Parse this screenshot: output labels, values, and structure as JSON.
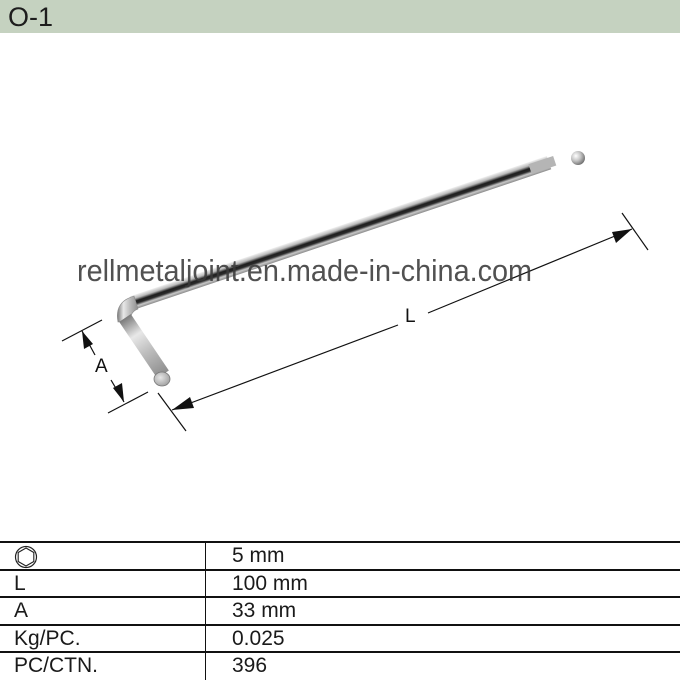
{
  "header": {
    "title": "O-1",
    "background_color": "#c5d2c0"
  },
  "drawing": {
    "subject": "ball-end-hex-key-wrench",
    "watermark": "rellmetaljoint.en.made-in-china.com",
    "dimension_labels": {
      "length": "L",
      "short_arm": "A"
    }
  },
  "spec_table": {
    "rows": [
      {
        "label": "",
        "label_icon": "hexagon-size-icon",
        "value": "5 mm"
      },
      {
        "label": "L",
        "value": "100 mm"
      },
      {
        "label": "A",
        "value": "33 mm"
      },
      {
        "label": "Kg/PC.",
        "value": "0.025"
      },
      {
        "label": "PC/CTN.",
        "value": "396"
      }
    ]
  }
}
